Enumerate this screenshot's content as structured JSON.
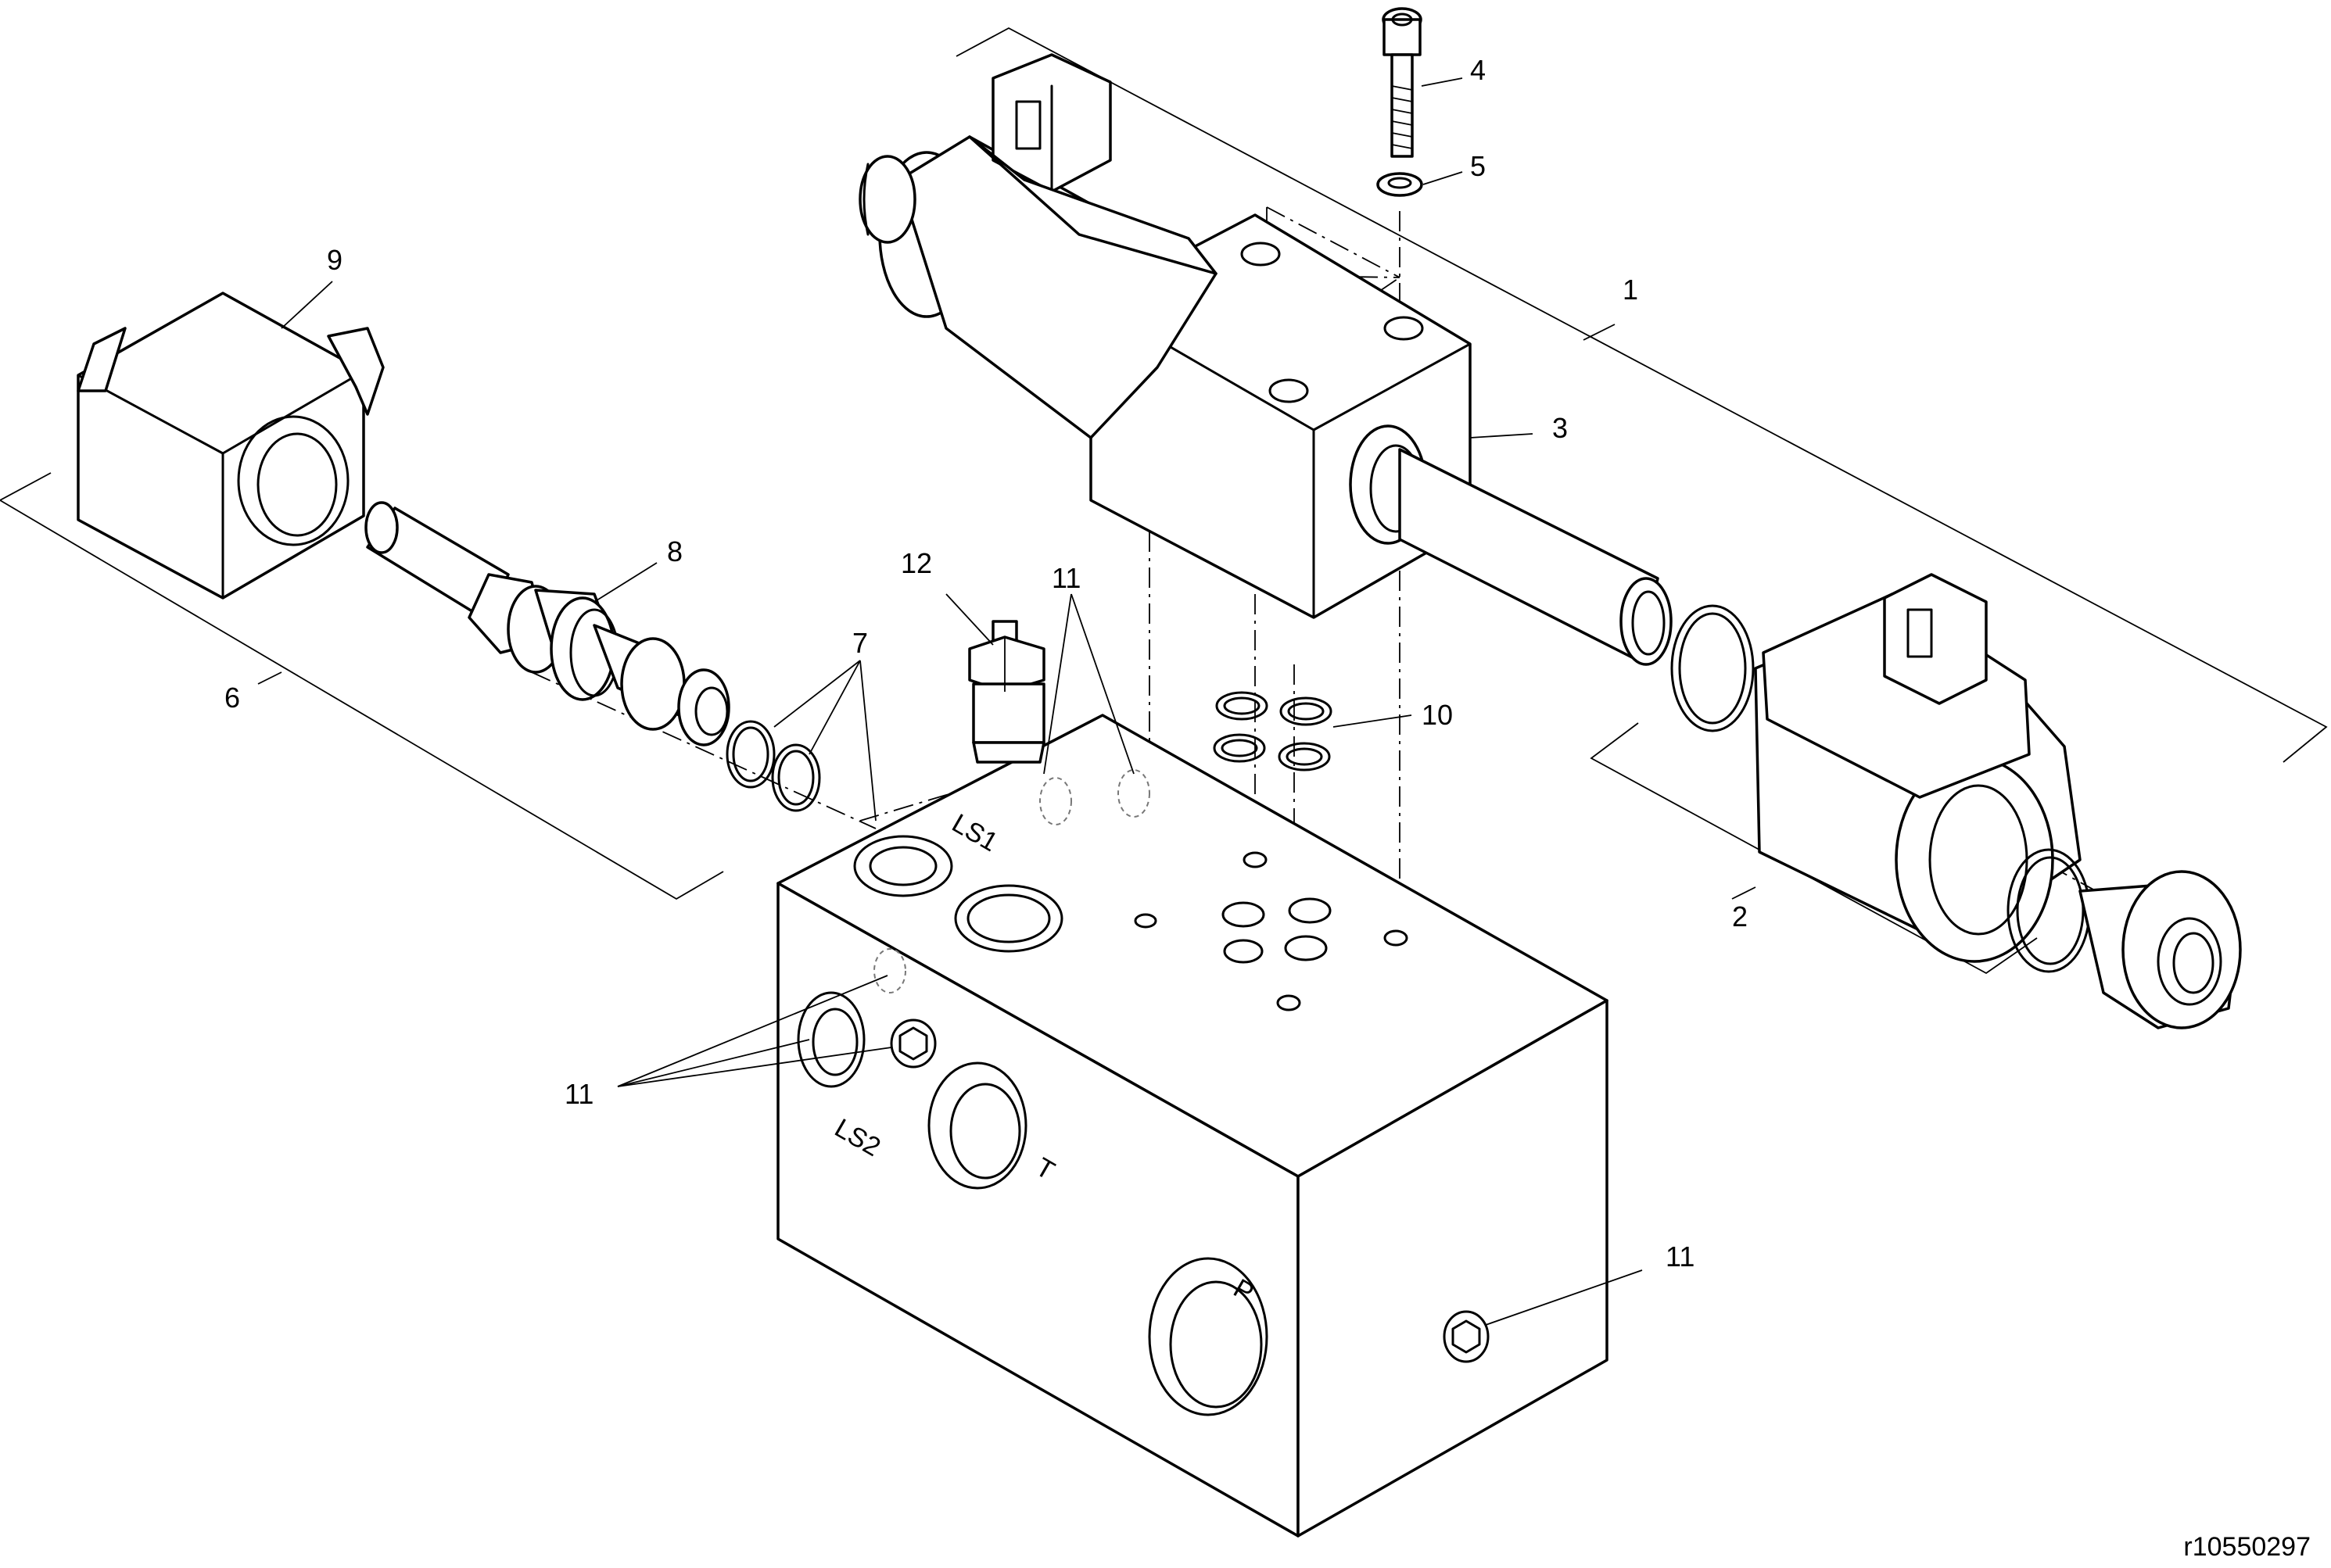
{
  "callouts": {
    "c1": "1",
    "c2": "2",
    "c3": "3",
    "c4": "4",
    "c5": "5",
    "c6": "6",
    "c7": "7",
    "c8": "8",
    "c9": "9",
    "c10": "10",
    "c11a": "11",
    "c11b": "11",
    "c11c": "11",
    "c12": "12"
  },
  "port_labels": {
    "ls1": "LS1",
    "ls2": "LS2",
    "t": "T",
    "p": "P"
  },
  "reference": "r10550297"
}
